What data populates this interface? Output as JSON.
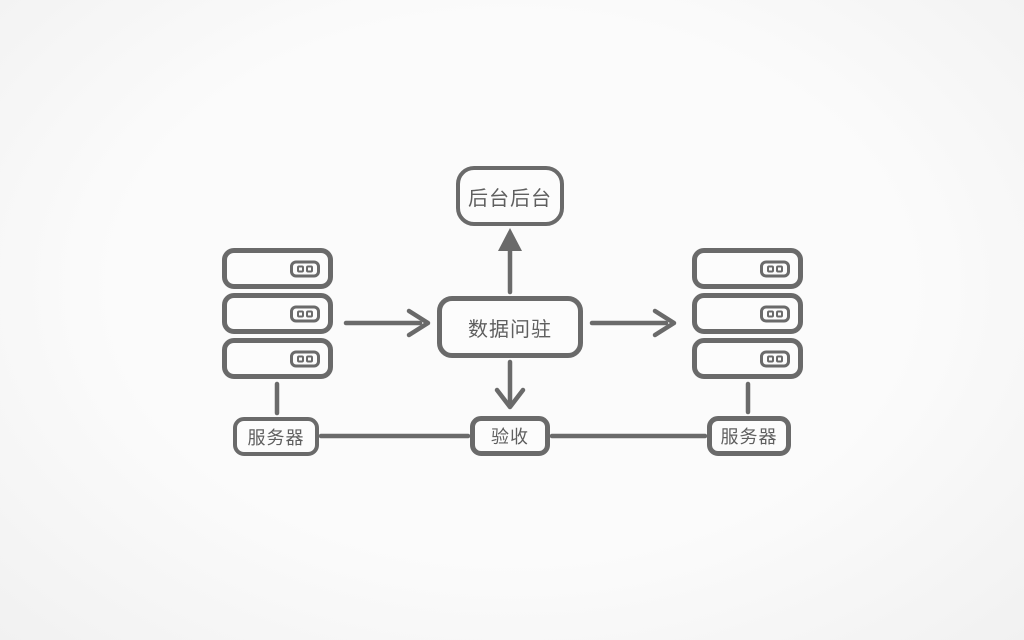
{
  "diagram": {
    "type": "flowchart",
    "background_color": "#f7f7f7",
    "stroke_color": "#6a6a6a",
    "text_color": "#5f5f5f",
    "nodes": {
      "top": {
        "label": "后台后台"
      },
      "center": {
        "label": "数据问驻"
      },
      "bottom_left": {
        "label": "服务器"
      },
      "bottom_center": {
        "label": "验收"
      },
      "bottom_right": {
        "label": "服务器"
      }
    },
    "server_stacks": {
      "left": {
        "rows": 3
      },
      "right": {
        "rows": 3
      }
    },
    "connections": [
      {
        "from": "left-server-stack",
        "to": "center",
        "style": "arrow-right"
      },
      {
        "from": "center",
        "to": "right-server-stack",
        "style": "arrow-right"
      },
      {
        "from": "center",
        "to": "top",
        "style": "arrow-up"
      },
      {
        "from": "center",
        "to": "bottom_center",
        "style": "arrow-down"
      },
      {
        "from": "left-server-stack",
        "to": "bottom_left",
        "style": "line"
      },
      {
        "from": "bottom_left",
        "to": "bottom_center",
        "style": "line"
      },
      {
        "from": "bottom_center",
        "to": "bottom_right",
        "style": "line"
      },
      {
        "from": "right-server-stack",
        "to": "bottom_right",
        "style": "line"
      }
    ]
  }
}
